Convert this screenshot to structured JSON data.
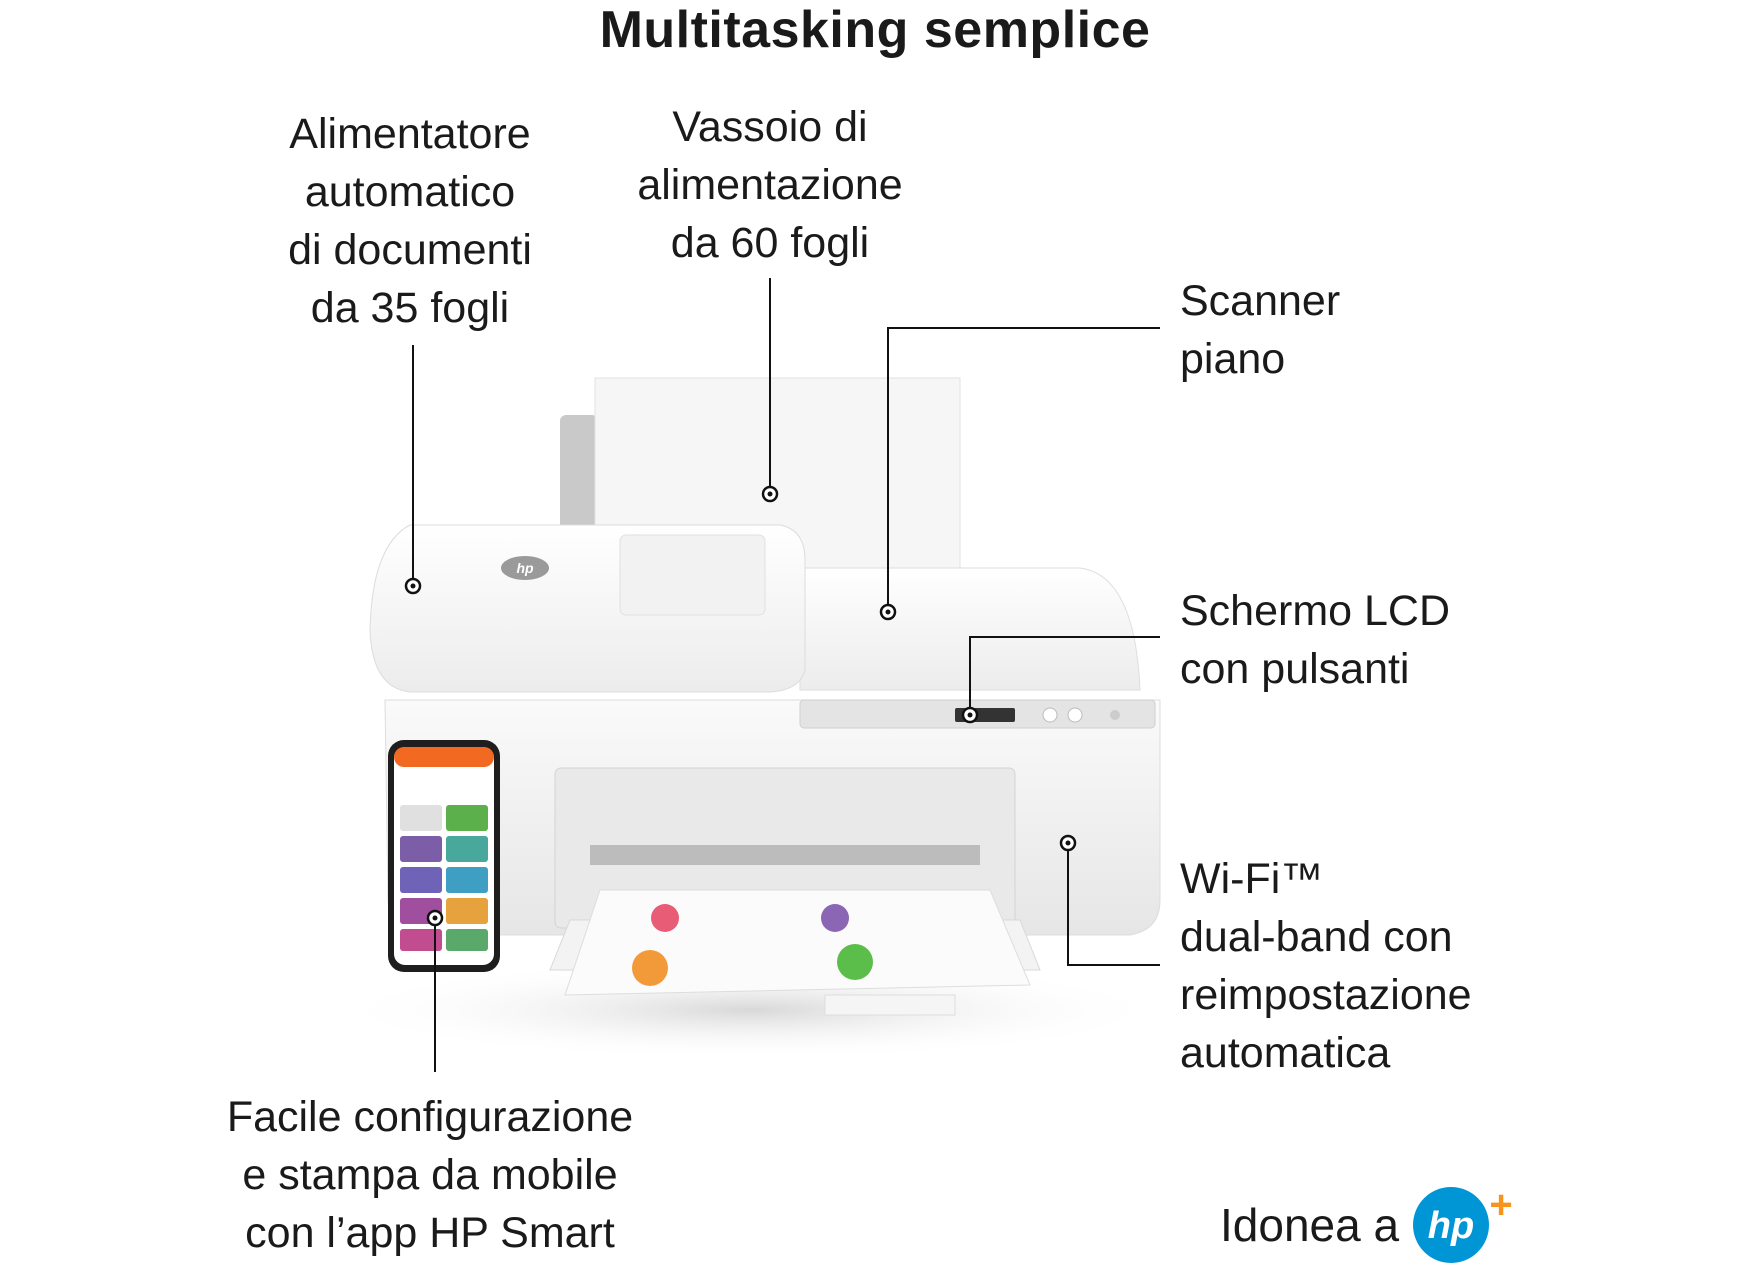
{
  "title": "Multitasking semplice",
  "features": {
    "adf": {
      "lines": [
        "Alimentatore",
        "automatico",
        "di documenti",
        "da 35 fogli"
      ]
    },
    "tray": {
      "lines": [
        "Vassoio di",
        "alimentazione",
        "da 60 fogli"
      ]
    },
    "scanner": {
      "lines": [
        "Scanner",
        "piano"
      ]
    },
    "lcd": {
      "lines": [
        "Schermo LCD",
        "con pulsanti"
      ]
    },
    "wifi": {
      "lines": [
        "Wi-Fi™",
        "dual-band con",
        "reimpostazione",
        "automatica"
      ]
    },
    "mobile": {
      "lines": [
        "Facile configurazione",
        "e stampa da mobile",
        "con l’app HP Smart"
      ]
    }
  },
  "badge": {
    "text": "Idonea a",
    "logo_text": "hp",
    "plus": "+"
  },
  "printer": {
    "logo_text": "hp"
  },
  "colors": {
    "hp_blue": "#0096d6",
    "plus_orange": "#f7941d",
    "text": "#1a1a1a"
  }
}
